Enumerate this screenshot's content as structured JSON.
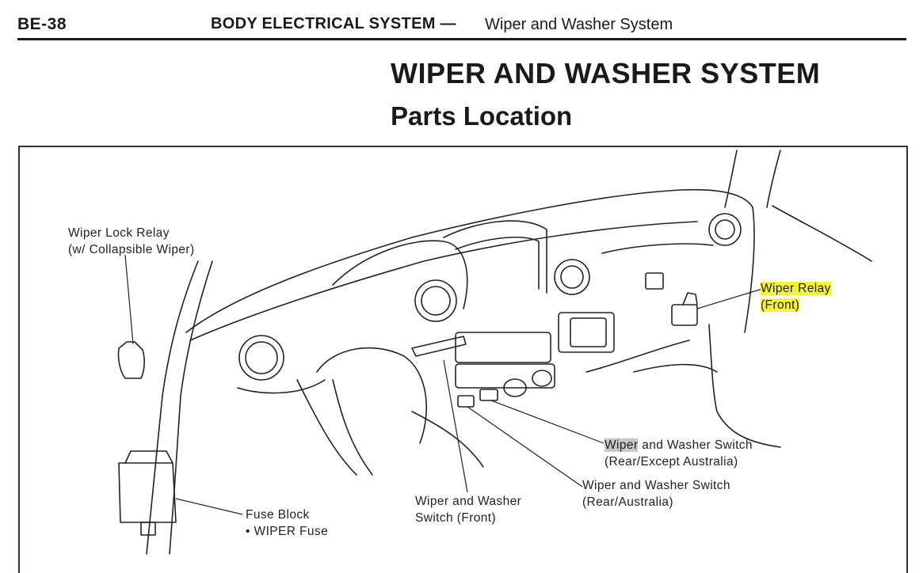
{
  "header": {
    "page_number": "BE-38",
    "section": "BODY ELECTRICAL SYSTEM",
    "separator": "—",
    "subsection": "Wiper and Washer System"
  },
  "title": "WIPER AND WASHER SYSTEM",
  "subtitle": "Parts Location",
  "labels": {
    "lock_relay_line1": "Wiper Lock Relay",
    "lock_relay_line2": "(w/ Collapsible Wiper)",
    "wiper_relay_line1": "Wiper Relay",
    "wiper_relay_line2": "(Front)",
    "switch_rear_exc_word": "Wiper",
    "switch_rear_exc_rest": " and Washer Switch",
    "switch_rear_exc_line2": "(Rear/Except Australia)",
    "switch_rear_aus_line1": "Wiper and Washer Switch",
    "switch_rear_aus_line2": "(Rear/Australia)",
    "switch_front_line1": "Wiper and Washer",
    "switch_front_line2": "Switch (Front)",
    "fuse_block_line1": "Fuse Block",
    "fuse_block_line2": "• WIPER Fuse"
  },
  "colors": {
    "highlight_yellow": "#f4f23a",
    "highlight_gray": "#c8c8c8",
    "ink": "#1a1a1a"
  }
}
